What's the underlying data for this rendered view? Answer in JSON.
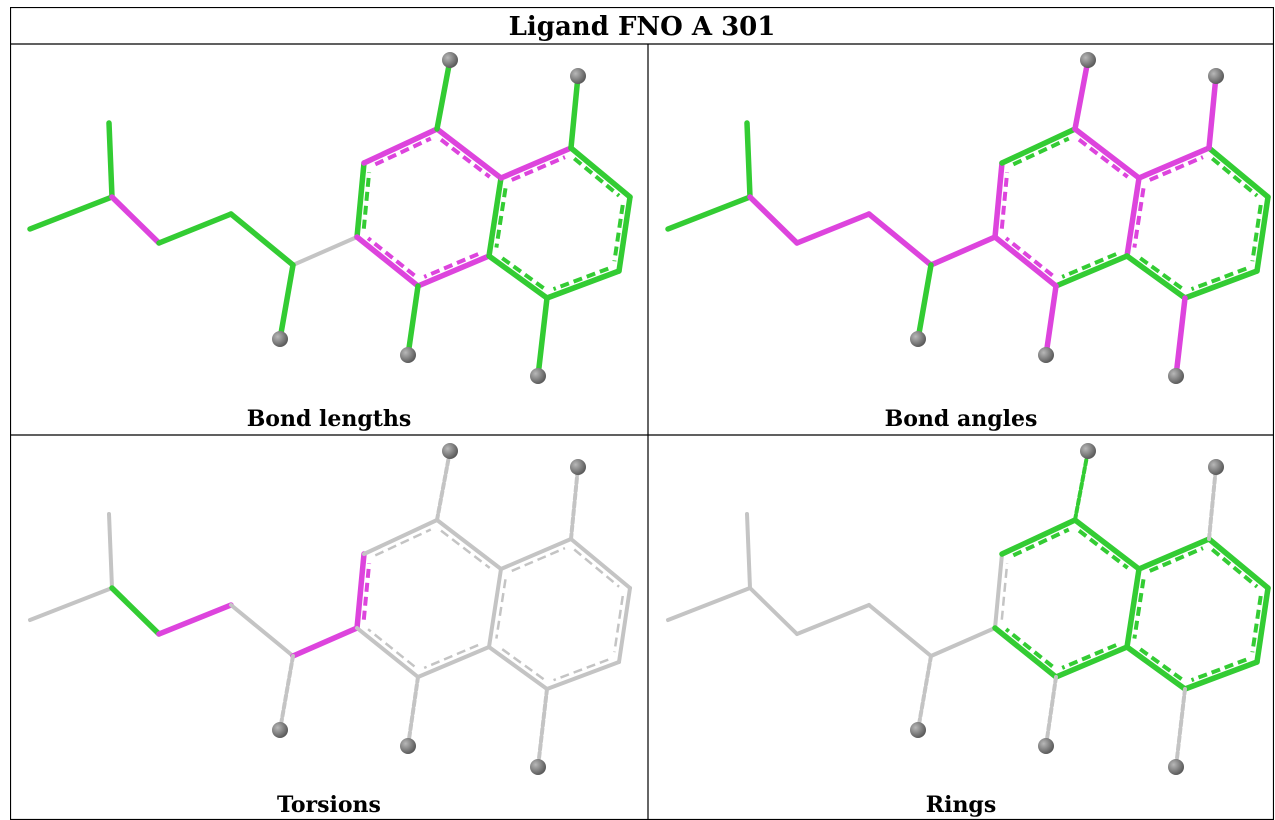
{
  "table": {
    "title": "Ligand FNO A 301",
    "panels": [
      {
        "caption": "Bond lengths"
      },
      {
        "caption": "Bond angles"
      },
      {
        "caption": "Torsions"
      },
      {
        "caption": "Rings"
      }
    ]
  },
  "colors": {
    "green": "#33cc33",
    "magenta": "#dd44dd",
    "grey": "#c4c4c4",
    "atom": "#7a7a7a",
    "border": "#000000"
  }
}
